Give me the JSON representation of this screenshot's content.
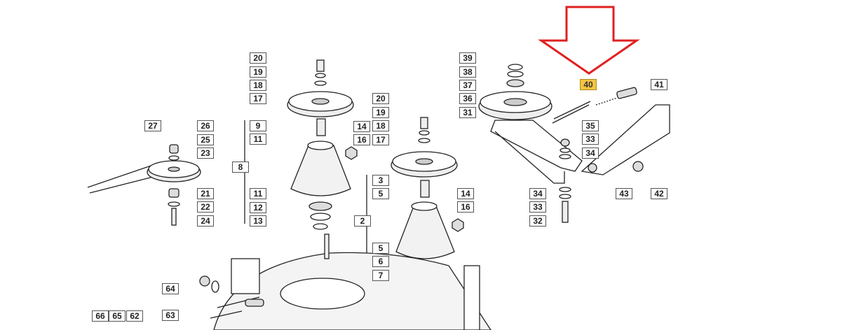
{
  "diagram": {
    "highlight_color": "#f5c542",
    "arrow_color": "#e02020",
    "highlighted_part": "40",
    "labels": {
      "a20": "20",
      "a19": "19",
      "a18": "18",
      "a17": "17",
      "a9": "9",
      "a11": "11",
      "a14": "14",
      "a16": "16",
      "a8": "8",
      "a11b": "11",
      "a12": "12",
      "a13": "13",
      "b27": "27",
      "b26": "26",
      "b25": "25",
      "b23": "23",
      "b21": "21",
      "b22": "22",
      "b24": "24",
      "c20": "20",
      "c19": "19",
      "c18": "18",
      "c17": "17",
      "c3": "3",
      "c5": "5",
      "c14": "14",
      "c16": "16",
      "c2": "2",
      "c5b": "5",
      "c6": "6",
      "c7": "7",
      "d39": "39",
      "d38": "38",
      "d37": "37",
      "d36": "36",
      "d31": "31",
      "d40": "40",
      "d41": "41",
      "d35": "35",
      "d33": "33",
      "d34": "34",
      "d34b": "34",
      "d33b": "33",
      "d32": "32",
      "d43": "43",
      "d42": "42",
      "e64": "64",
      "e63": "63",
      "e66": "66",
      "e65": "65",
      "e62": "62"
    }
  }
}
